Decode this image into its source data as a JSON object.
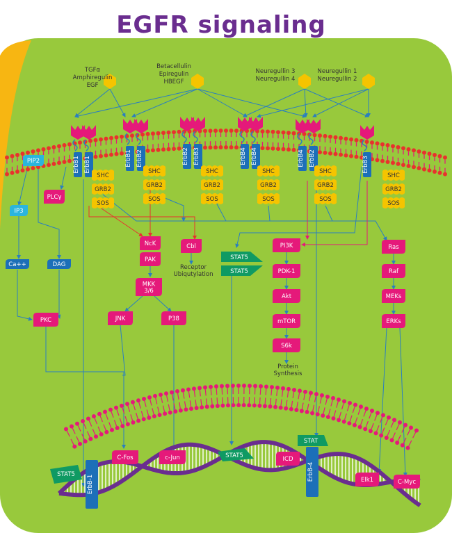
{
  "title": "EGFR signaling",
  "colors": {
    "background": "#98c93c",
    "accent_orange": "#f7b612",
    "title": "#6a2d8f",
    "pink": "#e5197a",
    "yellow": "#f5c400",
    "blue": "#1c6fb8",
    "green": "#0f9a63",
    "cyan": "#2bb5dd",
    "line": "#2a7fbf",
    "dna_purple": "#6a2d8f",
    "red": "#e8322d"
  },
  "ligands": {
    "group1": [
      "TGFα",
      "Amphiregulin",
      "EGF"
    ],
    "group2": [
      "Betacellulin",
      "Epiregulin",
      "HBEGF"
    ],
    "group3": [
      "Neuregullin 3",
      "Neuregullin 4"
    ],
    "group4": [
      "Neuregullin 1",
      "Neuregullin 2"
    ]
  },
  "receptors": [
    [
      "ErbB1",
      "ErbB1"
    ],
    [
      "ErbB1",
      "ErbB2"
    ],
    [
      "ErbB2",
      "ErbB3"
    ],
    [
      "ErbB4",
      "ErbB4"
    ],
    [
      "ErbB4",
      "ErbB2"
    ],
    [
      "ErbB3"
    ]
  ],
  "adaptors": [
    "SHC",
    "GRB2",
    "SOS"
  ],
  "membrane_molecules": {
    "pip2": "PIP2",
    "ip3": "IP3",
    "plcg": "PLCγ",
    "ca": "Ca++",
    "dag": "DAG",
    "pkc": "PKC"
  },
  "nodes": {
    "nck": "NcK",
    "pak": "PAK",
    "mkk": "MKK\n3/6",
    "jnk": "JNK",
    "p38": "P38",
    "cbl": "Cbl",
    "receptor_ubiq": "Receptor\nUbiqutylation",
    "stat5a": "STAT5",
    "stat5b": "STAT5",
    "pi3k": "PI3K",
    "pdk1": "PDK-1",
    "akt": "Akt",
    "mtor": "mTOR",
    "s6k": "S6k",
    "protein_synthesis": "Protein\nSynthesis",
    "ras": "Ras",
    "raf": "Raf",
    "meks": "MEKs",
    "erks": "ERKs"
  },
  "nuclear": {
    "stat5_left": "STAT5",
    "erbb1": "ErbB-1",
    "cfos": "C-Fos",
    "cjun": "c-Jun",
    "stat5_mid": "STAT5",
    "icd": "ICD",
    "stat": "STAT",
    "erbb4": "ErbB-4",
    "elk1": "Elk1",
    "cmyc": "C-Myc"
  }
}
